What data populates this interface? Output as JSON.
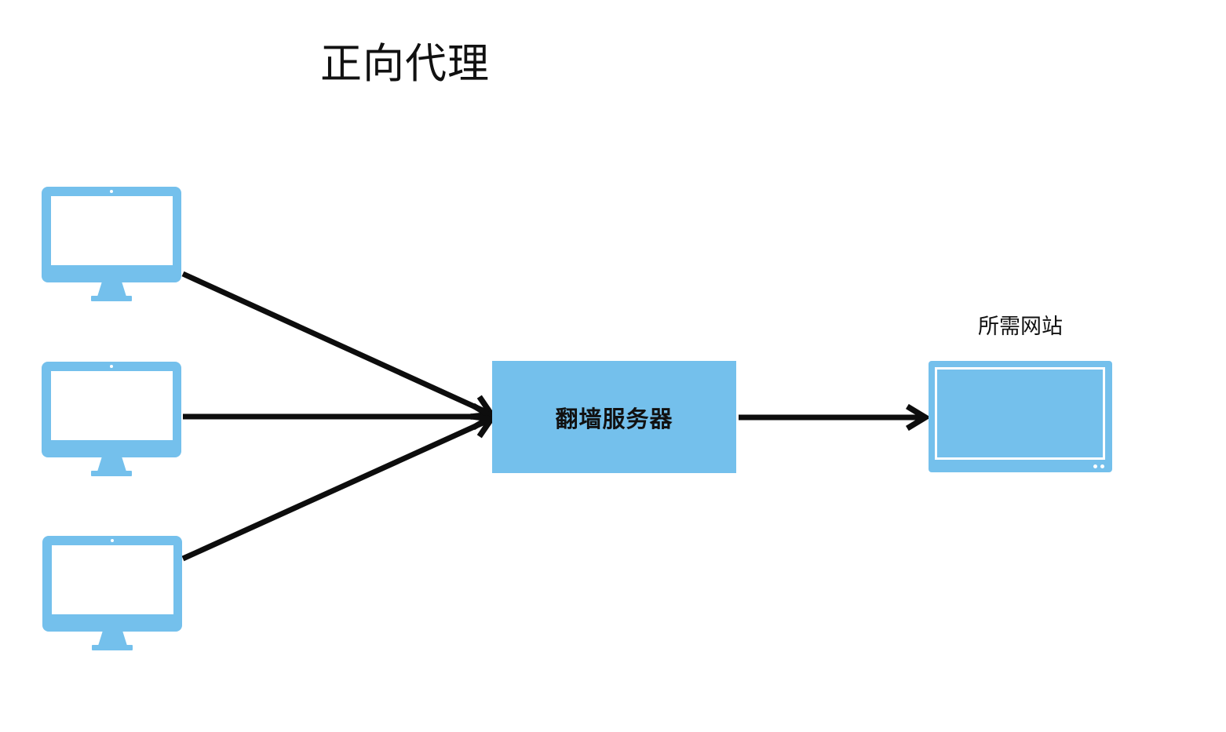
{
  "title": "正向代理",
  "colors": {
    "node_blue": "#74c0ec",
    "arrow_black": "#0d0d0d",
    "background": "#ffffff",
    "text_black": "#111111"
  },
  "nodes": {
    "clients": {
      "count": 3,
      "icon": "desktop-computer-icon"
    },
    "proxy_server": {
      "label": "翻墙服务器"
    },
    "website": {
      "label": "所需网站",
      "icon": "monitor-screen-icon"
    }
  },
  "edges": [
    {
      "from": "client-1",
      "to": "proxy-server"
    },
    {
      "from": "client-2",
      "to": "proxy-server"
    },
    {
      "from": "client-3",
      "to": "proxy-server"
    },
    {
      "from": "proxy-server",
      "to": "website"
    }
  ]
}
